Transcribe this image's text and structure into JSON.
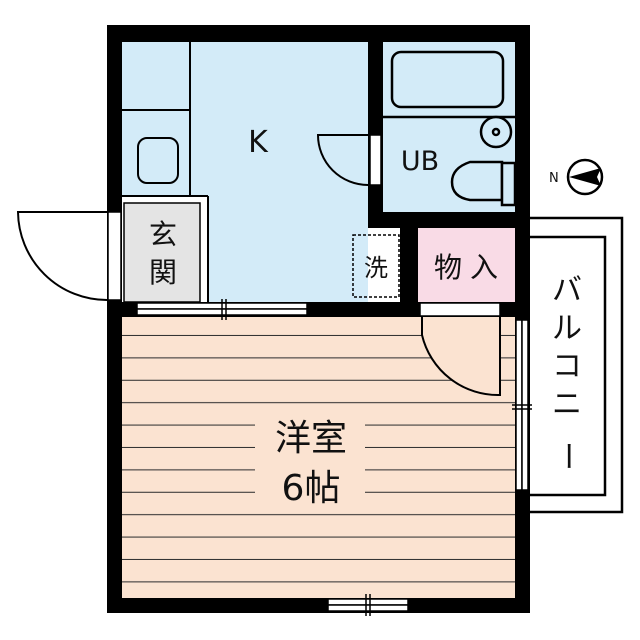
{
  "rooms": {
    "kitchen": "K",
    "bath": "UB",
    "entrance": [
      "玄",
      "関"
    ],
    "laundry": "洗",
    "closet": [
      "物",
      "入"
    ],
    "bedroom": "洋室",
    "bedroom_size": "6帖",
    "balcony": [
      "バ",
      "ル",
      "コ",
      "ニ",
      "ー"
    ]
  },
  "compass": {
    "label": "N"
  },
  "colors": {
    "water_area": "#d3ebf8",
    "entrance": "#e4e4e4",
    "closet": "#f9dbe6",
    "bedroom": "#fbe3d1",
    "wall": "#000000"
  }
}
